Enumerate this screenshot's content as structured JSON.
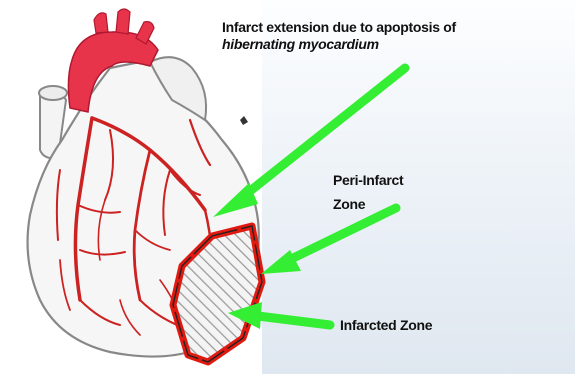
{
  "labels": {
    "extension_line1": "Infarct extension due to apoptosis of",
    "extension_line2": "hibernating myocardium",
    "peri_line1": "Peri-Infarct",
    "peri_line2": "Zone",
    "infarcted": "Infarcted Zone"
  },
  "colors": {
    "arrow": "#33ee33",
    "vessel": "#cc2222",
    "aorta": "#e8344a",
    "infarct_border": "#e01a10",
    "heart_outline": "#888888",
    "heart_fill": "#f6f6f6"
  }
}
